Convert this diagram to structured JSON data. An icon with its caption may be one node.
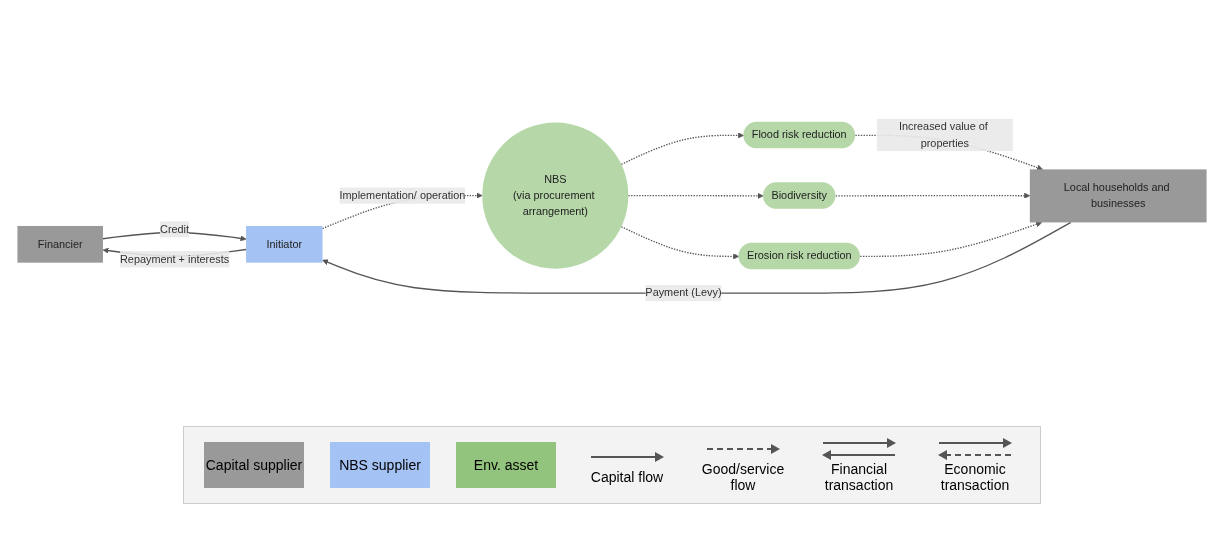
{
  "diagram": {
    "nodes": [
      {
        "text": [
          "Financier"
        ]
      },
      {
        "text": [
          "Initiator"
        ]
      },
      {
        "text": [
          "NBS",
          "(via procurement arrangement)"
        ]
      },
      {
        "text": [
          "Flood risk reduction"
        ]
      },
      {
        "text": [
          "Biodiversity"
        ]
      },
      {
        "text": [
          "Erosion risk reduction"
        ]
      },
      {
        "text": [
          "Local households and businesses"
        ]
      }
    ],
    "edges": [
      {
        "from": 0,
        "to": 1,
        "arrow": "to",
        "label": "Credit"
      },
      {
        "from": 1,
        "to": 0,
        "arrow": "to",
        "label": "Repayment + interests"
      },
      {
        "from": 1,
        "to": 2,
        "arrow": "to",
        "label": "Implementation/ operation",
        "style": "dashed"
      },
      {
        "from": 2,
        "to": 3,
        "arrow": "to",
        "style": "dashed"
      },
      {
        "from": 2,
        "to": 4,
        "arrow": "to",
        "style": "dashed"
      },
      {
        "from": 2,
        "to": 5,
        "arrow": "to",
        "style": "dashed"
      },
      {
        "from": 3,
        "to": 6,
        "arrow": "to",
        "label": "Increased value of properties",
        "style": "dashed"
      },
      {
        "from": 4,
        "to": 6,
        "arrow": "to",
        "style": "dashed"
      },
      {
        "from": 5,
        "to": 6,
        "arrow": "to",
        "style": "dashed"
      },
      {
        "from": 6,
        "to": 1,
        "arrow": "to",
        "label": "Payment (Levy)"
      }
    ],
    "legend": [
      {
        "text": "Capital supplier",
        "color": "#999999"
      },
      {
        "text": "NBS supplier",
        "color": "#a4c2f4"
      },
      {
        "text": "Env. asset",
        "color": "#93c47d"
      },
      {
        "text": "Capital flow"
      },
      {
        "text": "Good/service flow"
      },
      {
        "text": "Financial transaction"
      },
      {
        "text": "Economic transaction"
      }
    ]
  }
}
